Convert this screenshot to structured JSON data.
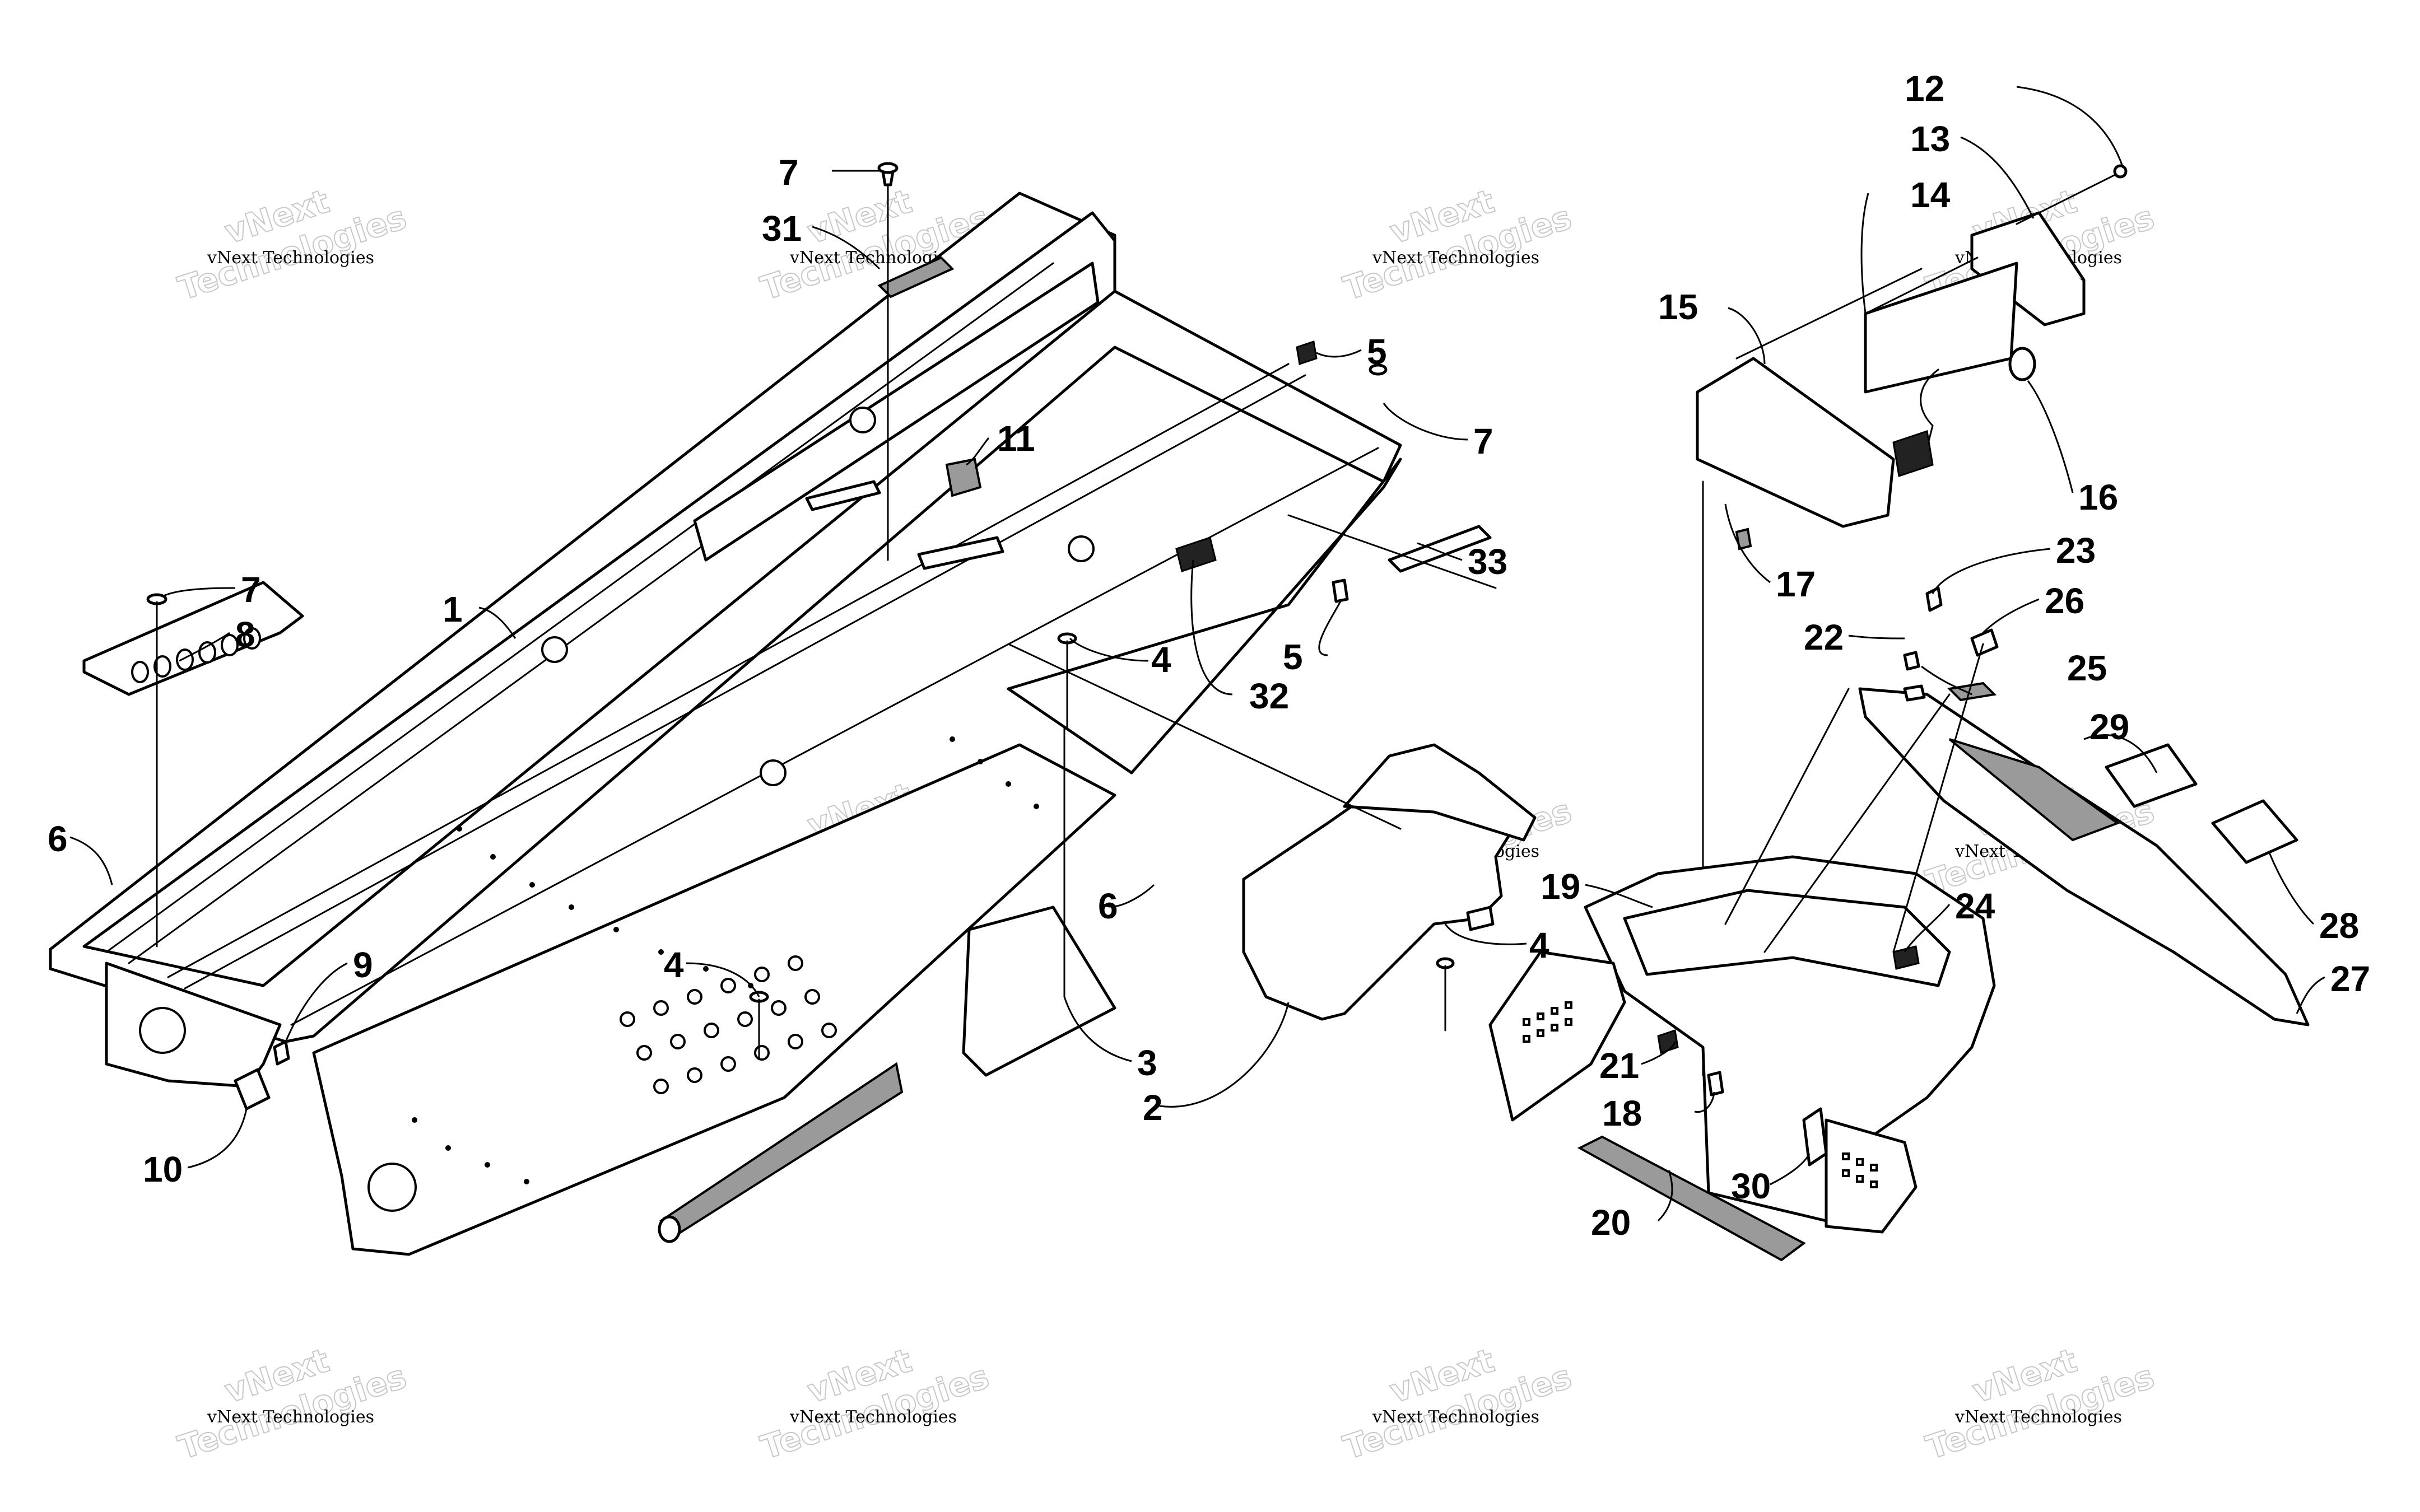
{
  "diagram": {
    "callouts": [
      {
        "id": "p1",
        "label": "1"
      },
      {
        "id": "p2",
        "label": "2"
      },
      {
        "id": "p3",
        "label": "3"
      },
      {
        "id": "p4a",
        "label": "4"
      },
      {
        "id": "p4b",
        "label": "4"
      },
      {
        "id": "p4c",
        "label": "4"
      },
      {
        "id": "p5a",
        "label": "5"
      },
      {
        "id": "p5b",
        "label": "5"
      },
      {
        "id": "p6a",
        "label": "6"
      },
      {
        "id": "p6b",
        "label": "6"
      },
      {
        "id": "p7a",
        "label": "7"
      },
      {
        "id": "p7b",
        "label": "7"
      },
      {
        "id": "p7c",
        "label": "7"
      },
      {
        "id": "p8",
        "label": "8"
      },
      {
        "id": "p9",
        "label": "9"
      },
      {
        "id": "p10",
        "label": "10"
      },
      {
        "id": "p11",
        "label": "11"
      },
      {
        "id": "p12",
        "label": "12"
      },
      {
        "id": "p13",
        "label": "13"
      },
      {
        "id": "p14",
        "label": "14"
      },
      {
        "id": "p15",
        "label": "15"
      },
      {
        "id": "p16",
        "label": "16"
      },
      {
        "id": "p17",
        "label": "17"
      },
      {
        "id": "p18",
        "label": "18"
      },
      {
        "id": "p19",
        "label": "19"
      },
      {
        "id": "p20",
        "label": "20"
      },
      {
        "id": "p21",
        "label": "21"
      },
      {
        "id": "p22",
        "label": "22"
      },
      {
        "id": "p23",
        "label": "23"
      },
      {
        "id": "p24",
        "label": "24"
      },
      {
        "id": "p25",
        "label": "25"
      },
      {
        "id": "p26",
        "label": "26"
      },
      {
        "id": "p27",
        "label": "27"
      },
      {
        "id": "p28",
        "label": "28"
      },
      {
        "id": "p29",
        "label": "29"
      },
      {
        "id": "p30",
        "label": "30"
      },
      {
        "id": "p31",
        "label": "31"
      },
      {
        "id": "p32",
        "label": "32"
      },
      {
        "id": "p33",
        "label": "33"
      }
    ],
    "watermark": {
      "line1": "vNext Technologies",
      "line2a": "vNext",
      "line2b": "Technologies"
    }
  }
}
